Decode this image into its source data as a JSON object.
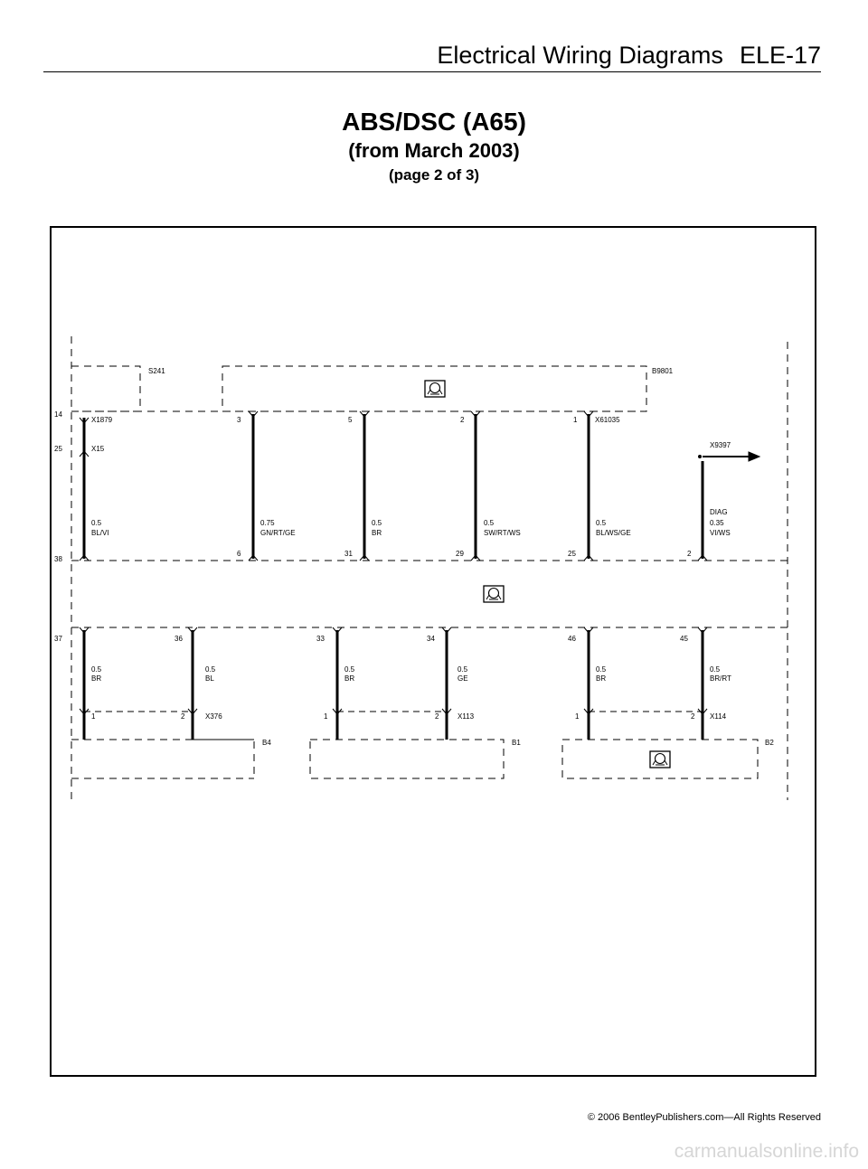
{
  "header": {
    "title": "Electrical Wiring Diagrams",
    "section": "ELE-17"
  },
  "titles": {
    "main": "ABS/DSC (A65)",
    "sub": "(from March 2003)",
    "page": "(page 2 of 3)"
  },
  "diagram": {
    "upper_components": {
      "splice": "S241",
      "sensor": "B9801",
      "connector_top": "X61035"
    },
    "left_connectors": {
      "c1": "X1879",
      "c2": "X15"
    },
    "side_pins": {
      "p14": "14",
      "p25": "25",
      "p38": "38",
      "p37": "37"
    },
    "upper_wires": [
      {
        "pin_top": "",
        "pin_bottom": "",
        "gauge": "0.5",
        "color": "BL/VI"
      },
      {
        "pin_top": "3",
        "pin_bottom": "6",
        "gauge": "0.75",
        "color": "GN/RT/GE"
      },
      {
        "pin_top": "5",
        "pin_bottom": "31",
        "gauge": "0.5",
        "color": "BR"
      },
      {
        "pin_top": "2",
        "pin_bottom": "29",
        "gauge": "0.5",
        "color": "SW/RT/WS"
      },
      {
        "pin_top": "1",
        "pin_bottom": "25",
        "gauge": "0.5",
        "color": "BL/WS/GE"
      },
      {
        "pin_top": "",
        "pin_bottom": "2",
        "gauge": "0.35",
        "color": "VI/WS"
      }
    ],
    "diag": {
      "connector": "X9397",
      "label": "DIAG"
    },
    "lower_wires": [
      {
        "pin_top": "",
        "gauge": "0.5",
        "color": "BR"
      },
      {
        "pin_top": "36",
        "gauge": "0.5",
        "color": "BL"
      },
      {
        "pin_top": "33",
        "gauge": "0.5",
        "color": "BR"
      },
      {
        "pin_top": "34",
        "gauge": "0.5",
        "color": "GE"
      },
      {
        "pin_top": "46",
        "gauge": "0.5",
        "color": "BR"
      },
      {
        "pin_top": "45",
        "gauge": "0.5",
        "color": "BR/RT"
      }
    ],
    "lower_connectors": [
      {
        "name": "X376",
        "pin_a": "1",
        "pin_b": "2"
      },
      {
        "name": "X113",
        "pin_a": "1",
        "pin_b": "2"
      },
      {
        "name": "X114",
        "pin_a": "1",
        "pin_b": "2"
      }
    ],
    "sensors": {
      "s1": "B4",
      "s2": "B1",
      "s3": "B2"
    }
  },
  "footer": {
    "copyright": "© 2006 BentleyPublishers.com—All Rights Reserved"
  },
  "watermark": "carmanualsonline.info"
}
